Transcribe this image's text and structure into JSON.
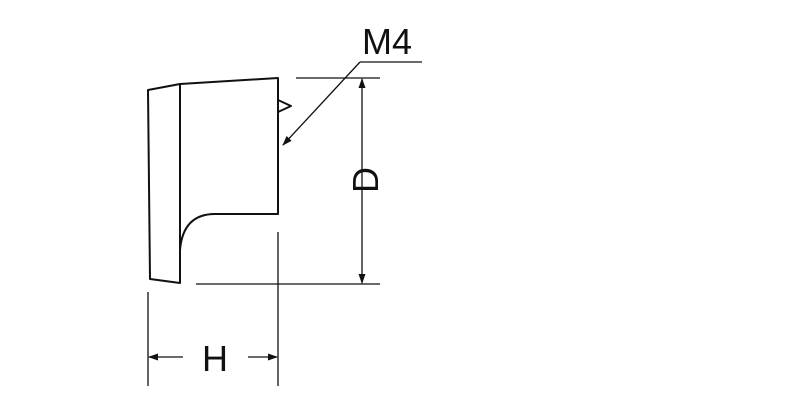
{
  "labels": {
    "thread": "M4",
    "depth": "D",
    "height": "H"
  },
  "colors": {
    "line": "#111111",
    "background": "#ffffff"
  }
}
